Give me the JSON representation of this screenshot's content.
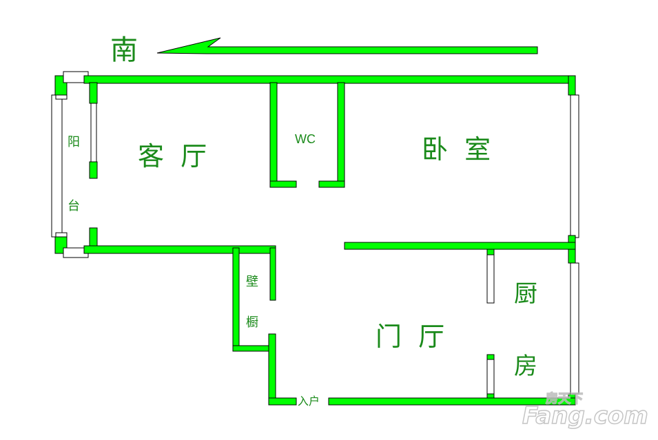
{
  "compass": {
    "direction_label": "南"
  },
  "rooms": {
    "living_room": "客  厅",
    "bedroom": "卧  室",
    "wc": "WC",
    "balcony_1": "阳",
    "balcony_2": "台",
    "closet_1": "壁",
    "closet_2": "橱",
    "foyer": "门  厅",
    "kitchen_1": "厨",
    "kitchen_2": "房",
    "entrance": "入户"
  },
  "watermark": {
    "brand_cn": "房天下",
    "brand_en": "Fang.com"
  },
  "colors": {
    "wall": "#00ff00",
    "text": "#1a8a1a"
  }
}
